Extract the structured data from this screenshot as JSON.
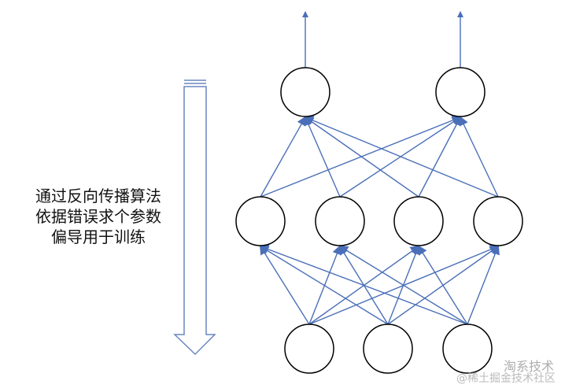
{
  "caption": {
    "line1": "通过反向传播算法",
    "line2": "依据错误求个参数",
    "line3": "偏导用于训练"
  },
  "watermark": {
    "brand": "淘系技术",
    "site": "@稀土掘金技术社区"
  },
  "network": {
    "layers": [
      {
        "name": "input",
        "nodes": 3
      },
      {
        "name": "hidden",
        "nodes": 4
      },
      {
        "name": "output",
        "nodes": 2
      }
    ]
  },
  "colors": {
    "edge": "#4a6fb8",
    "node": "#000000",
    "arrow": "#6a86c0"
  }
}
